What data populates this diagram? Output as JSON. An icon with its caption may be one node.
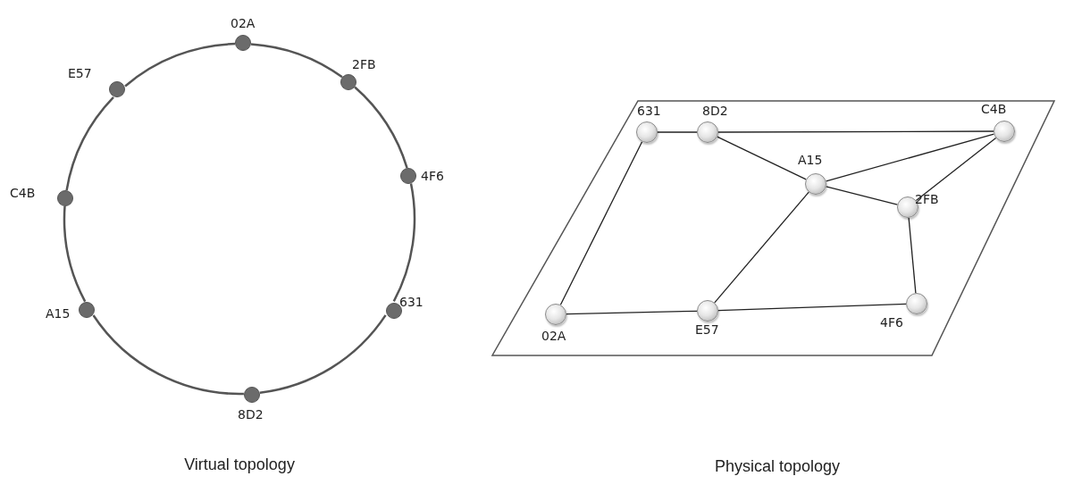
{
  "diagram": {
    "nodes": [
      {
        "text": [
          "02A"
        ]
      },
      {
        "text": [
          "2FB"
        ]
      },
      {
        "text": [
          "4F6"
        ]
      },
      {
        "text": [
          "631"
        ]
      },
      {
        "text": [
          "8D2"
        ]
      },
      {
        "text": [
          "A15"
        ]
      },
      {
        "text": [
          "C4B"
        ]
      },
      {
        "text": [
          "E57"
        ]
      },
      {
        "text": [
          "631"
        ]
      },
      {
        "text": [
          "8D2"
        ]
      },
      {
        "text": [
          "C4B"
        ]
      },
      {
        "text": [
          "A15"
        ]
      },
      {
        "text": [
          "2FB"
        ]
      },
      {
        "text": [
          "02A"
        ]
      },
      {
        "text": [
          "E57"
        ]
      },
      {
        "text": [
          "4F6"
        ]
      }
    ],
    "edges": [
      {
        "from": 0,
        "to": 1,
        "arrow": "none"
      },
      {
        "from": 1,
        "to": 2,
        "arrow": "none"
      },
      {
        "from": 2,
        "to": 3,
        "arrow": "none"
      },
      {
        "from": 3,
        "to": 4,
        "arrow": "none"
      },
      {
        "from": 4,
        "to": 5,
        "arrow": "none"
      },
      {
        "from": 5,
        "to": 6,
        "arrow": "none"
      },
      {
        "from": 6,
        "to": 7,
        "arrow": "none"
      },
      {
        "from": 7,
        "to": 0,
        "arrow": "none"
      },
      {
        "from": 8,
        "to": 9,
        "arrow": "none"
      },
      {
        "from": 9,
        "to": 10,
        "arrow": "none"
      },
      {
        "from": 9,
        "to": 11,
        "arrow": "none"
      },
      {
        "from": 11,
        "to": 10,
        "arrow": "none"
      },
      {
        "from": 11,
        "to": 12,
        "arrow": "none"
      },
      {
        "from": 12,
        "to": 10,
        "arrow": "none"
      },
      {
        "from": 8,
        "to": 13,
        "arrow": "none"
      },
      {
        "from": 13,
        "to": 14,
        "arrow": "none"
      },
      {
        "from": 14,
        "to": 11,
        "arrow": "none"
      },
      {
        "from": 14,
        "to": 15,
        "arrow": "none"
      },
      {
        "from": 12,
        "to": 15,
        "arrow": "none"
      }
    ],
    "labels": [
      "Virtual topology",
      "Physical topology"
    ]
  }
}
